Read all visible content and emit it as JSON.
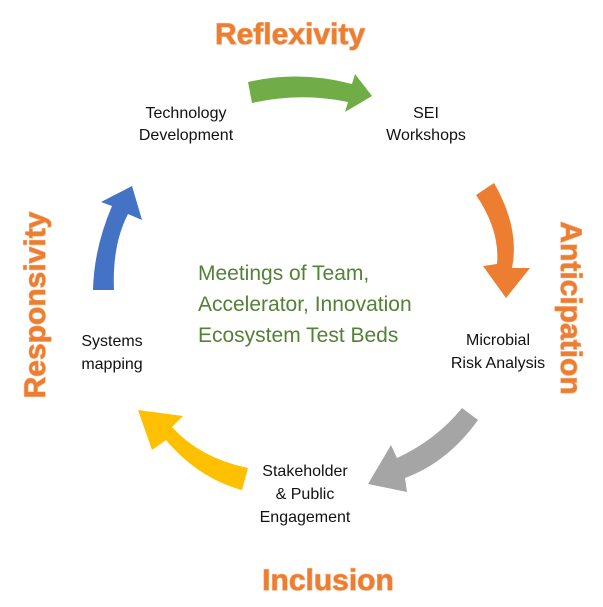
{
  "pillars": {
    "top": "Reflexivity",
    "right": "Anticipation",
    "bottom": "Inclusion",
    "left": "Responsivity"
  },
  "nodes": {
    "technology_development": [
      "Technology",
      "Development"
    ],
    "sei_workshops": [
      "SEI",
      "Workshops"
    ],
    "microbial_risk_analysis": [
      "Microbial",
      "Risk Analysis"
    ],
    "stakeholder_public_engagement": [
      "Stakeholder",
      "& Public",
      "Engagement"
    ],
    "systems_mapping": [
      "Systems",
      "mapping"
    ]
  },
  "center": [
    "Meetings of Team,",
    "Accelerator, Innovation",
    "Ecosystem Test Beds"
  ],
  "colors": {
    "pillar": "#ED7D31",
    "center_text": "#538135",
    "arrow_green": "#70AD47",
    "arrow_orange": "#ED7D31",
    "arrow_gray": "#A5A5A5",
    "arrow_yellow": "#FFC000",
    "arrow_blue": "#4472C4"
  }
}
